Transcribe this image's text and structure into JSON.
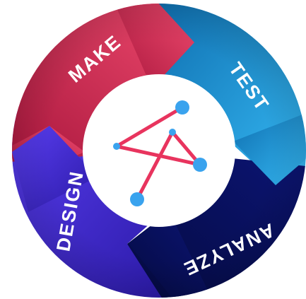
{
  "cycle": {
    "segments": [
      {
        "id": "make",
        "label": "MAKE",
        "color_start": "#e0456a",
        "color_end": "#a8163c"
      },
      {
        "id": "test",
        "label": "TEST",
        "color_start": "#2bb0ef",
        "color_end": "#0f6fb0"
      },
      {
        "id": "analyze",
        "label": "ANALYZE",
        "color_start": "#0c1670",
        "color_end": "#040a45"
      },
      {
        "id": "design",
        "label": "DESIGN",
        "color_start": "#5a3df0",
        "color_end": "#2b1aa8"
      }
    ]
  },
  "logo": {
    "icon": "molecule-network-icon",
    "line_color": "#e8345e",
    "node_color": "#3aa3ee",
    "hub_color": "#ffffff"
  }
}
